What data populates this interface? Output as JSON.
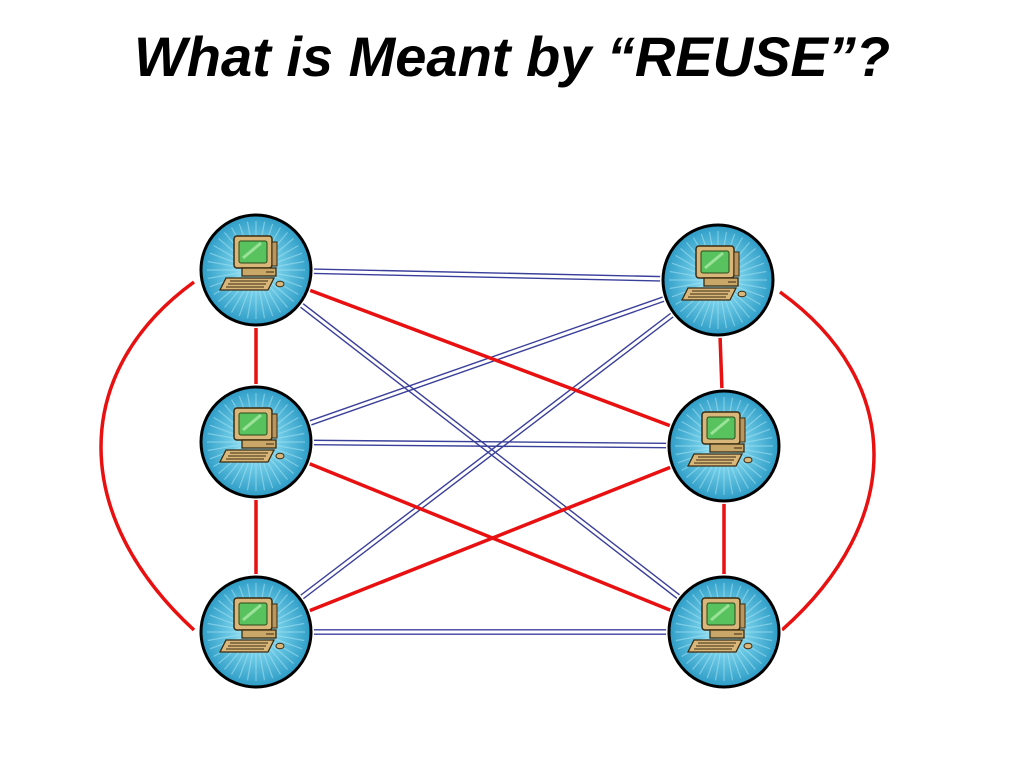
{
  "slide": {
    "title": "What is Meant by “REUSE”?"
  },
  "diagram": {
    "nodes": [
      {
        "id": "left-top",
        "icon": "computer-icon"
      },
      {
        "id": "left-middle",
        "icon": "computer-icon"
      },
      {
        "id": "left-bottom",
        "icon": "computer-icon"
      },
      {
        "id": "right-top",
        "icon": "computer-icon"
      },
      {
        "id": "right-middle",
        "icon": "computer-icon"
      },
      {
        "id": "right-bottom",
        "icon": "computer-icon"
      }
    ],
    "links": [
      {
        "from": "left-top",
        "to": "right-top",
        "style": "double-blue"
      },
      {
        "from": "left-top",
        "to": "right-bottom",
        "style": "double-blue"
      },
      {
        "from": "left-middle",
        "to": "right-top",
        "style": "double-blue"
      },
      {
        "from": "left-middle",
        "to": "right-middle",
        "style": "double-blue"
      },
      {
        "from": "left-bottom",
        "to": "right-top",
        "style": "double-blue"
      },
      {
        "from": "left-bottom",
        "to": "right-bottom",
        "style": "double-blue"
      },
      {
        "from": "left-top",
        "to": "left-middle",
        "style": "red"
      },
      {
        "from": "left-middle",
        "to": "left-bottom",
        "style": "red"
      },
      {
        "from": "left-top",
        "to": "left-bottom",
        "style": "red-curve"
      },
      {
        "from": "right-top",
        "to": "right-middle",
        "style": "red"
      },
      {
        "from": "right-middle",
        "to": "right-bottom",
        "style": "red"
      },
      {
        "from": "right-top",
        "to": "right-bottom",
        "style": "red-curve"
      },
      {
        "from": "left-top",
        "to": "right-middle",
        "style": "red"
      },
      {
        "from": "left-middle",
        "to": "right-bottom",
        "style": "red"
      },
      {
        "from": "left-bottom",
        "to": "right-middle",
        "style": "red"
      }
    ],
    "colors": {
      "red_link": "#e81010",
      "blue_link": "#3a3f9a",
      "node_fill": "#37a9d2",
      "node_ray": "#a8e4f4",
      "node_stroke": "#000000",
      "monitor_body": "#d9b77a",
      "screen": "#58c25f"
    }
  }
}
